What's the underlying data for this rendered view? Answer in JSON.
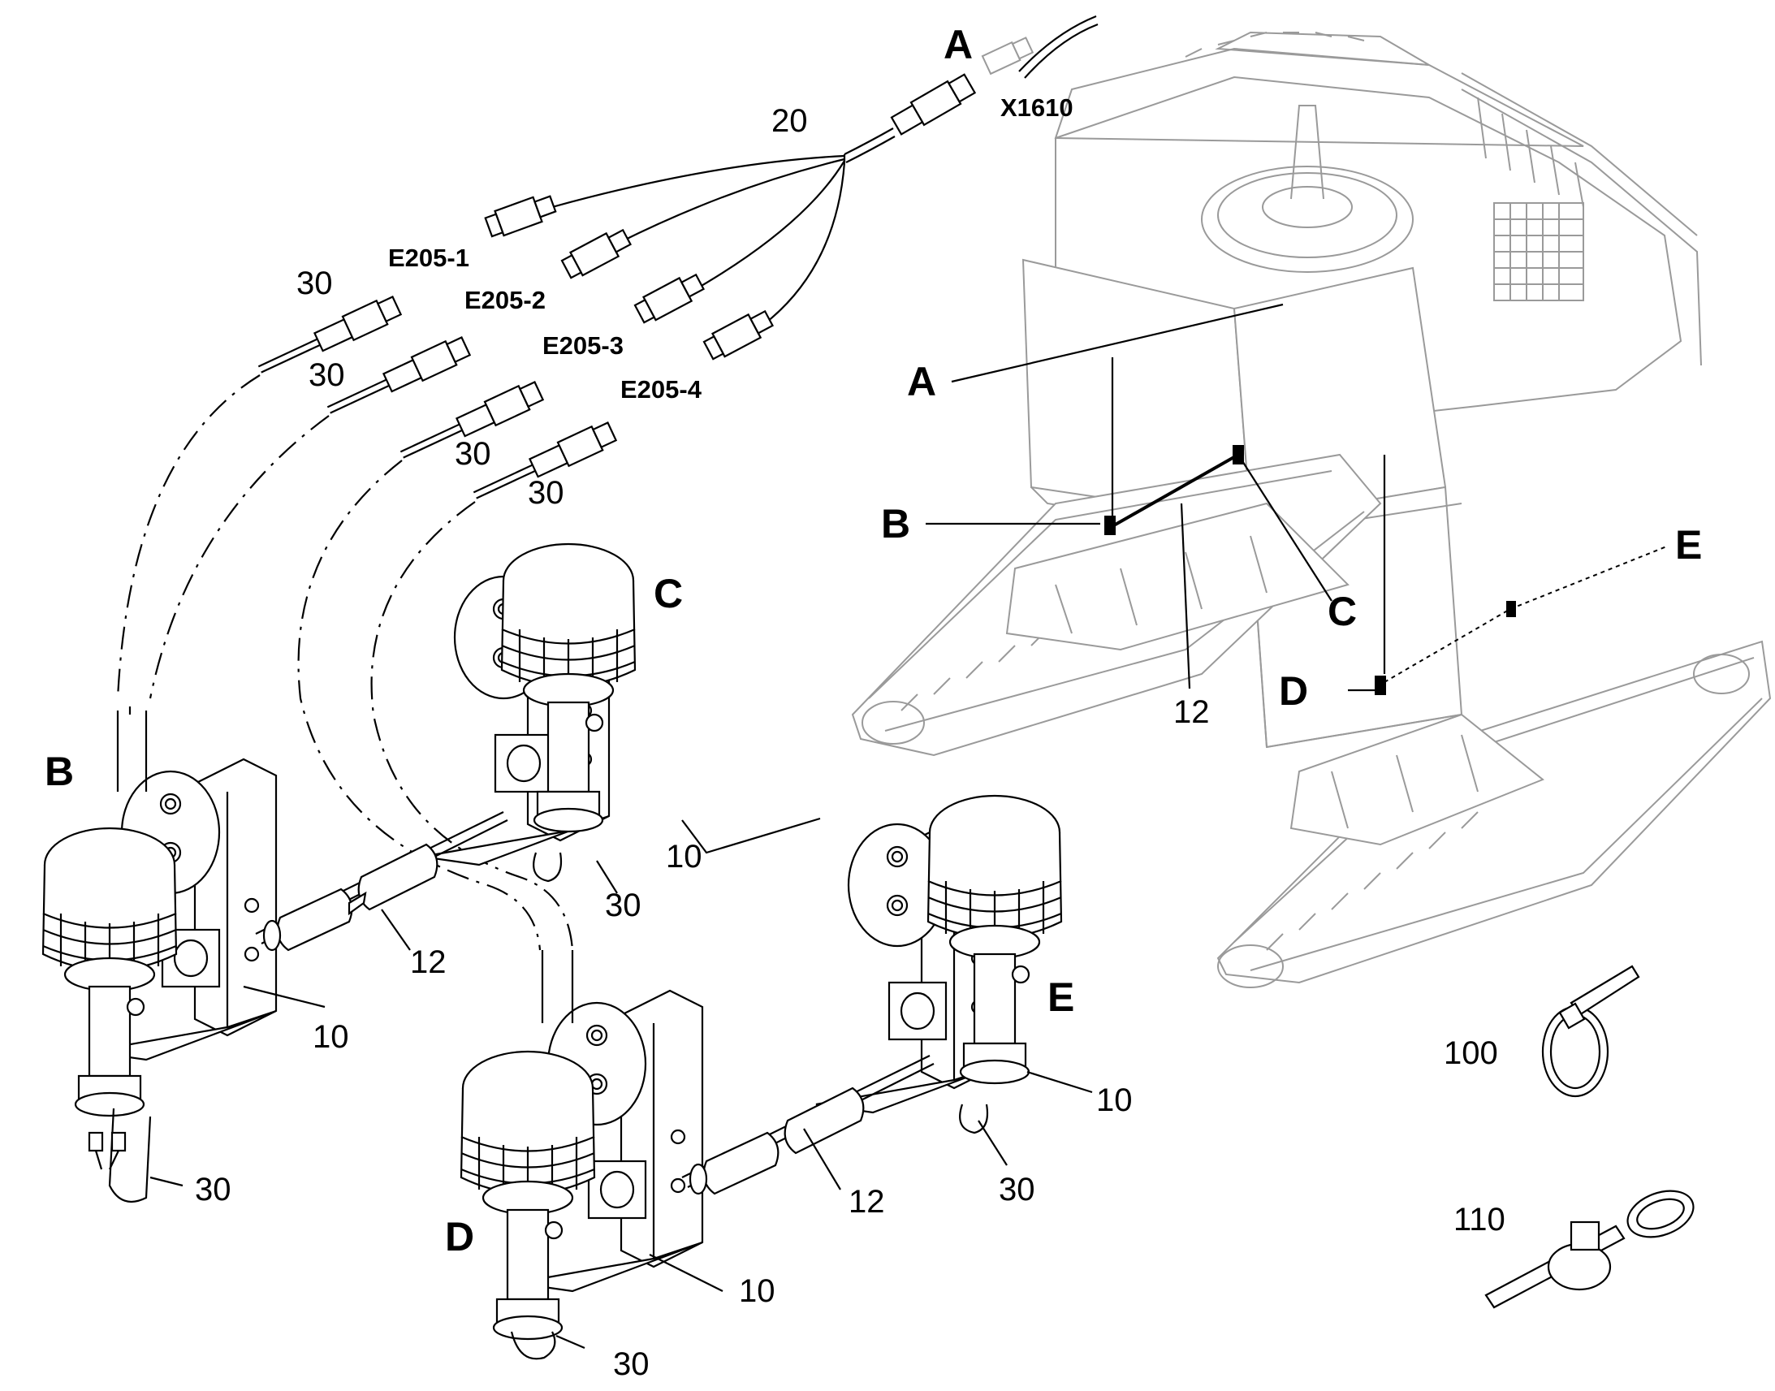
{
  "detail_labels": {
    "A_top": "A",
    "A_machine": "A",
    "B_machine": "B",
    "C_machine": "C",
    "D_machine": "D",
    "E_machine": "E",
    "B_lamp": "B",
    "C_lamp": "C",
    "D_lamp": "D",
    "E_lamp": "E"
  },
  "connectors": {
    "main": "X1610",
    "e1": "E205-1",
    "e2": "E205-2",
    "e3": "E205-3",
    "e4": "E205-4"
  },
  "part_numbers": {
    "harness": "20",
    "plug_1": "30",
    "plug_2": "30",
    "plug_3": "30",
    "plug_4": "30",
    "machine_cable": "12",
    "bracket_b": "10",
    "bracket_c": "10",
    "bracket_d": "10",
    "bracket_e": "10",
    "cable_b": "12",
    "cable_d": "12",
    "lead_b": "30",
    "lead_c": "30",
    "lead_d": "30",
    "lead_e": "30",
    "cable_tie": "100",
    "cable_clip": "110"
  },
  "colors": {
    "line": "#000000",
    "machine_line": "#9a9a9a",
    "background": "#ffffff"
  }
}
